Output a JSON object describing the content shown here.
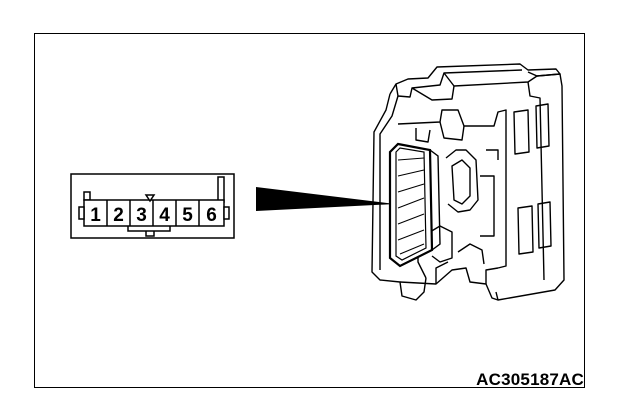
{
  "connector": {
    "pins": [
      "1",
      "2",
      "3",
      "4",
      "5",
      "6"
    ]
  },
  "figure_code": "AC305187AC"
}
